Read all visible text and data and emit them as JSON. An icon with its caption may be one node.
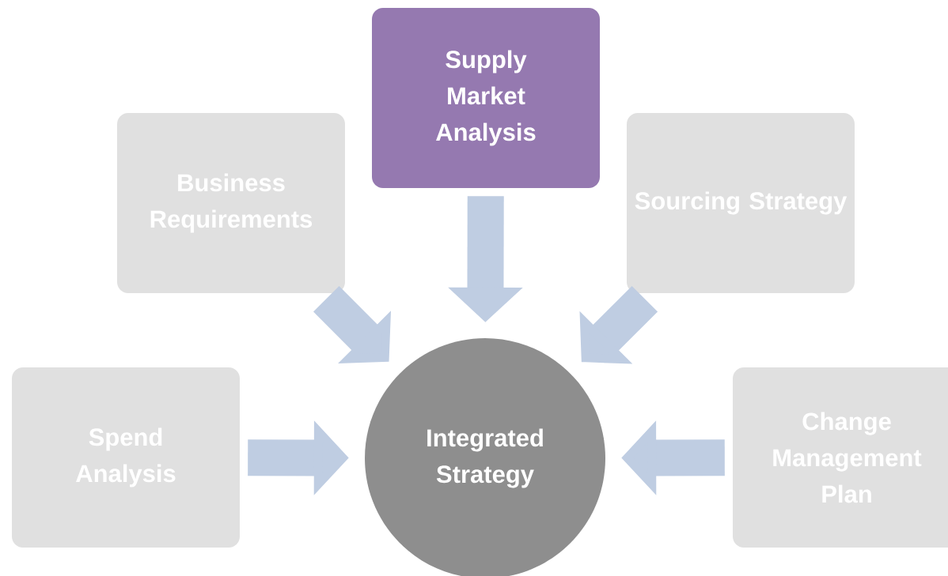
{
  "diagram": {
    "nodes": [
      {
        "text": [
          "Supply Market Analysis"
        ]
      },
      {
        "text": [
          "Business Requirements"
        ]
      },
      {
        "text": [
          "Sourcing Strategy"
        ]
      },
      {
        "text": [
          "Spend Analysis"
        ]
      },
      {
        "text": [
          "Change Management Plan"
        ]
      },
      {
        "text": [
          "Integrated Strategy"
        ]
      }
    ],
    "edges": [
      {
        "from": 0,
        "to": 5,
        "arrow": "to"
      },
      {
        "from": 1,
        "to": 5,
        "arrow": "to"
      },
      {
        "from": 2,
        "to": 5,
        "arrow": "to"
      },
      {
        "from": 3,
        "to": 5,
        "arrow": "to"
      },
      {
        "from": 4,
        "to": 5,
        "arrow": "to"
      }
    ]
  }
}
